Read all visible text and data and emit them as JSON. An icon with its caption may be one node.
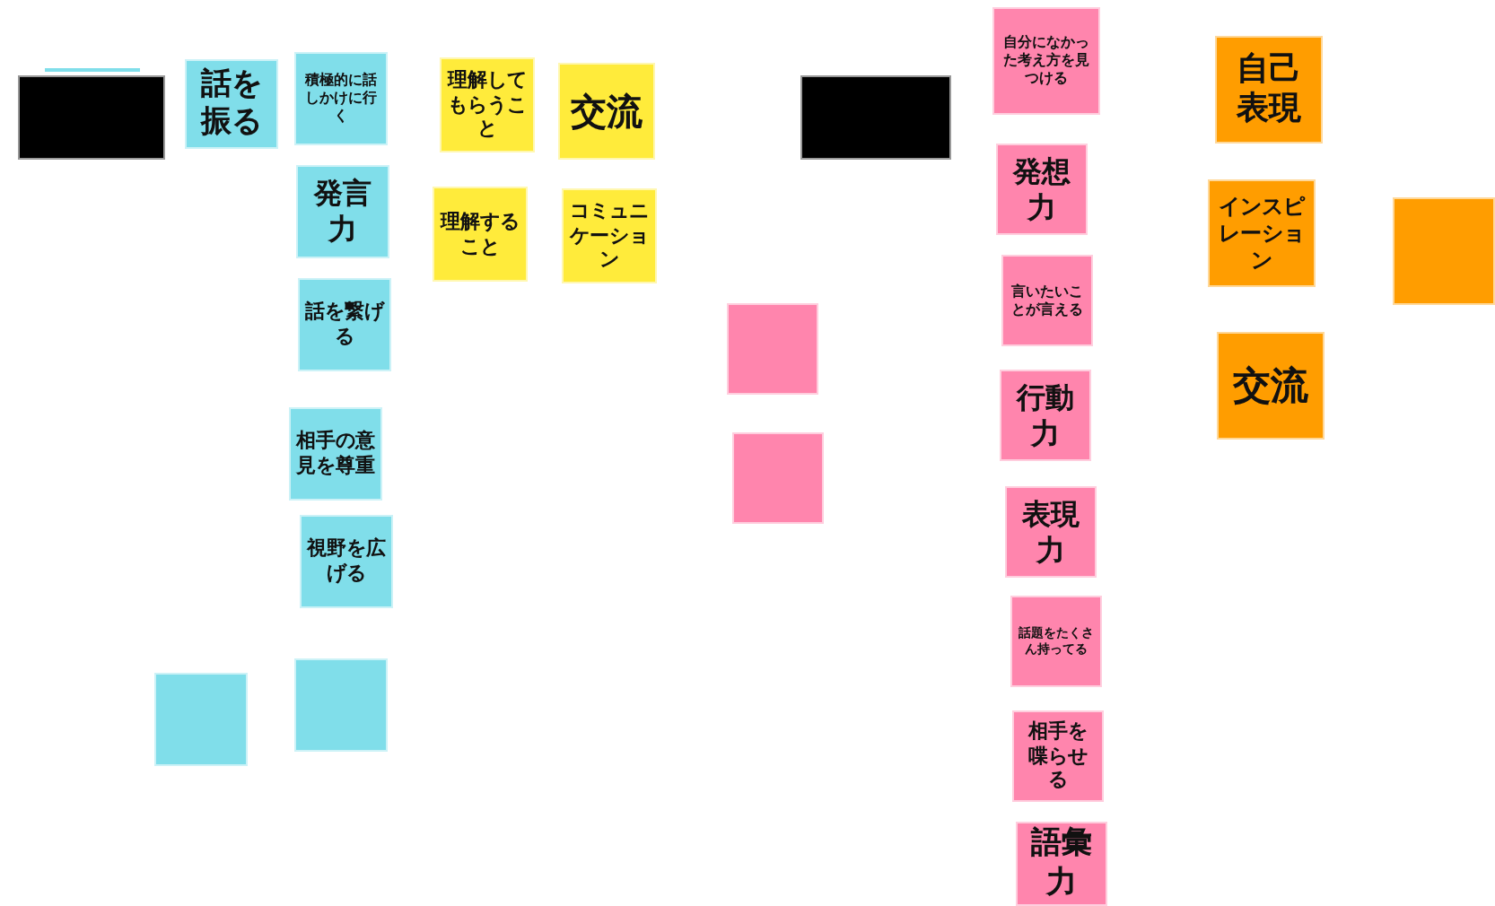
{
  "diagram": {
    "nodes": [
      {
        "text": [],
        "shape": "box"
      },
      {
        "text": [
          "話を振る"
        ]
      },
      {
        "text": [
          "積極的に話しかけに行く"
        ]
      },
      {
        "text": [
          "発言力"
        ]
      },
      {
        "text": [
          "話を繋げる"
        ]
      },
      {
        "text": [
          "相手の意見を尊重"
        ]
      },
      {
        "text": [
          "視野を広げる"
        ]
      },
      {
        "text": [],
        "shape": "box"
      },
      {
        "text": [],
        "shape": "box"
      },
      {
        "text": [
          "理解してもらうこと"
        ]
      },
      {
        "text": [
          "交流"
        ]
      },
      {
        "text": [
          "理解すること"
        ]
      },
      {
        "text": [
          "コミュニケーション"
        ]
      },
      {
        "text": [],
        "shape": "box"
      },
      {
        "text": [],
        "shape": "box"
      },
      {
        "text": [],
        "shape": "box"
      },
      {
        "text": [
          "自分になかった考え方を見つける"
        ]
      },
      {
        "text": [
          "発想力"
        ]
      },
      {
        "text": [
          "言いたいことが言える"
        ]
      },
      {
        "text": [
          "行動力"
        ]
      },
      {
        "text": [
          "表現力"
        ]
      },
      {
        "text": [
          "話題をたくさん持ってる"
        ]
      },
      {
        "text": [
          "相手を喋らせる"
        ]
      },
      {
        "text": [
          "語彙力"
        ]
      },
      {
        "text": [
          "自己表現"
        ]
      },
      {
        "text": [
          "インスピレーション"
        ]
      },
      {
        "text": [
          "交流"
        ]
      },
      {
        "text": [],
        "shape": "box"
      }
    ]
  }
}
